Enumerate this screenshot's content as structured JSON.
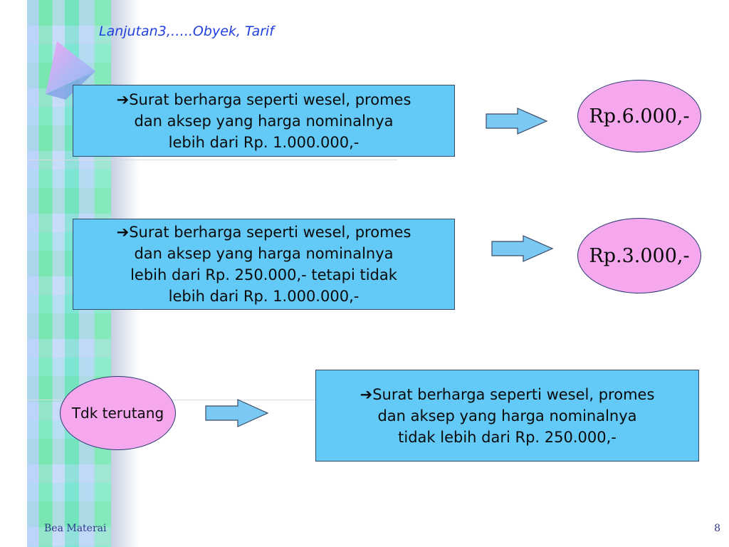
{
  "slide": {
    "title": "Lanjutan3,…..Obyek, Tarif",
    "footer_left": "Bea Materai",
    "page_number": "8"
  },
  "rows": [
    {
      "lines": [
        "➔Surat berharga seperti wesel, promes",
        "dan aksep yang harga nominalnya",
        "lebih dari Rp. 1.000.000,-"
      ],
      "tariff": "Rp.6.000,-"
    },
    {
      "lines": [
        "➔Surat berharga seperti wesel, promes",
        "dan aksep yang harga nominalnya",
        "lebih dari Rp. 250.000,- tetapi tidak",
        "lebih dari Rp. 1.000.000,-"
      ],
      "tariff": "Rp.3.000,-"
    },
    {
      "label": "Tdk terutang",
      "lines": [
        "➔Surat berharga seperti wesel, promes",
        "dan aksep yang harga nominalnya",
        "tidak lebih dari Rp. 250.000,-"
      ]
    }
  ],
  "colors": {
    "box_fill": "#63c9f7",
    "ellipse_fill": "#f5a8ee",
    "title_color": "#2040e0"
  },
  "icons": [
    "arrow-right-icon",
    "triangle-decoration-icon"
  ]
}
